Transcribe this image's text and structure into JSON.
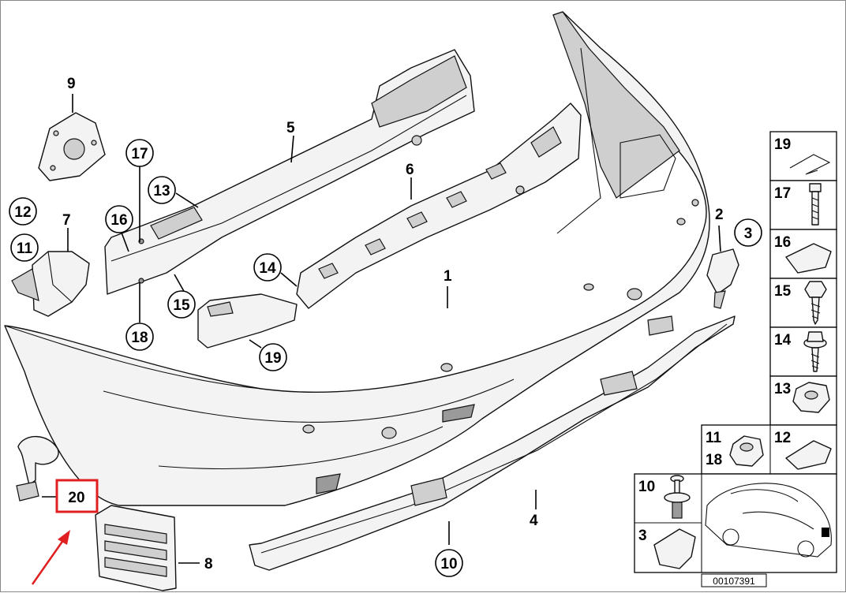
{
  "diagram": {
    "callouts": {
      "c1": "1",
      "c2": "2",
      "c3": "3",
      "c4": "4",
      "c5": "5",
      "c6": "6",
      "c7": "7",
      "c8": "8",
      "c9": "9",
      "c10": "10",
      "c11": "11",
      "c12": "12",
      "c13": "13",
      "c14": "14",
      "c15": "15",
      "c16": "16",
      "c17": "17",
      "c18": "18",
      "c19": "19",
      "c20": "20"
    },
    "highlight": {
      "label": "20",
      "color": "#e02020"
    },
    "fastener_table": {
      "r19": "19",
      "r17": "17",
      "r16": "16",
      "r15": "15",
      "r14": "14",
      "r13": "13",
      "r11": "11",
      "r18": "18",
      "r12": "12",
      "r10": "10",
      "r3": "3"
    },
    "diagram_code": "00107391"
  }
}
